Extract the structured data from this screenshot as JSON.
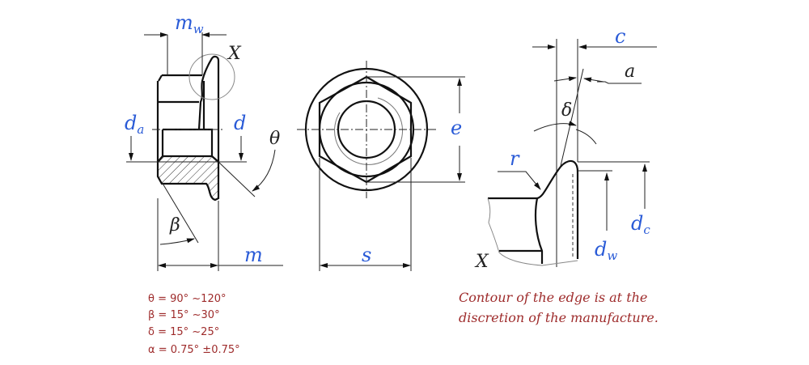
{
  "labels": {
    "mw": "m",
    "mw_sub": "w",
    "X_top": "X",
    "da": "d",
    "da_sub": "a",
    "d": "d",
    "theta": "θ",
    "beta": "β",
    "m": "m",
    "s": "s",
    "e": "e",
    "c": "c",
    "a": "a",
    "delta": "δ",
    "r": "r",
    "dc": "d",
    "dc_sub": "c",
    "dw": "d",
    "dw_sub": "w",
    "X_detail": "X"
  },
  "angles": [
    "θ  =  90°  ~120°",
    "β  =  15°  ~30°",
    "δ  =  15°  ~25°",
    "α  =  0.75°  ±0.75°"
  ],
  "note": [
    "Contour of the edge is at the",
    "discretion of the manufacture."
  ],
  "colors": {
    "label_blue": "#2a5bd7",
    "note_red": "#9e2b2b"
  }
}
